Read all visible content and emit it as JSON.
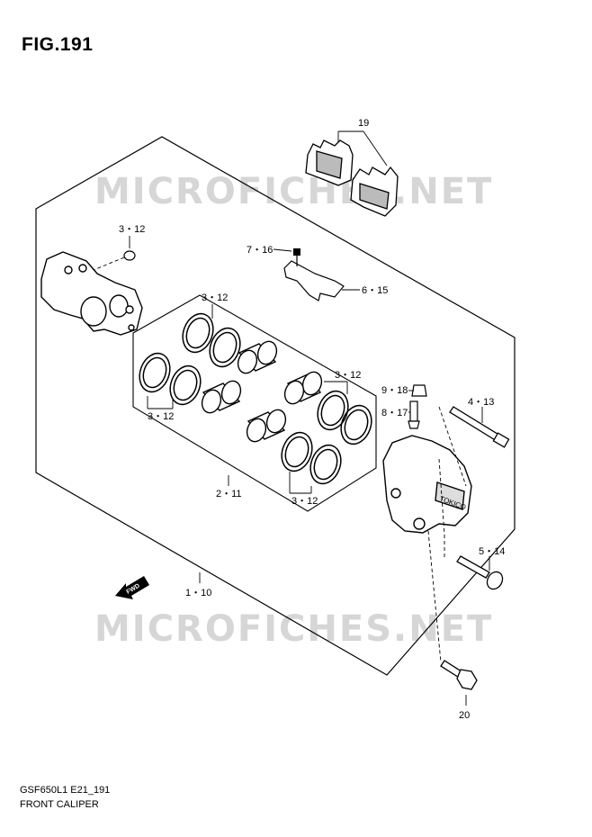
{
  "figure": {
    "title": "FIG.191"
  },
  "watermark": {
    "text": "MICROFICHES.NET",
    "color": "#d6d6d6"
  },
  "footer": {
    "model_code": "GSF650L1 E21_191",
    "caption": "FRONT CALIPER"
  },
  "fwd_arrow": {
    "text": "FWD"
  },
  "callouts": [
    {
      "id": "19",
      "text": "19"
    },
    {
      "id": "3-12-a",
      "text": "3・12"
    },
    {
      "id": "7-16",
      "text": "7・16"
    },
    {
      "id": "6-15",
      "text": "6・15"
    },
    {
      "id": "3-12-b",
      "text": "3・12"
    },
    {
      "id": "3-12-c",
      "text": "3・12"
    },
    {
      "id": "3-12-d",
      "text": "3・12"
    },
    {
      "id": "9-18",
      "text": "9・18"
    },
    {
      "id": "4-13",
      "text": "4・13"
    },
    {
      "id": "8-17",
      "text": "8・17"
    },
    {
      "id": "2-11",
      "text": "2・11"
    },
    {
      "id": "3-12-e",
      "text": "3・12"
    },
    {
      "id": "5-14",
      "text": "5・14"
    },
    {
      "id": "1-10",
      "text": "1・10"
    },
    {
      "id": "20",
      "text": "20"
    }
  ]
}
